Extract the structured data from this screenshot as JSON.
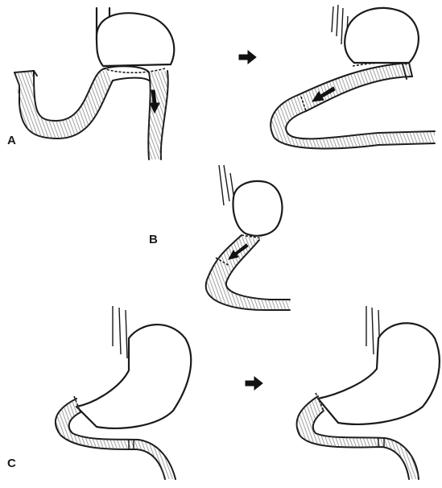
{
  "panels": {
    "a": {
      "label": "A"
    },
    "b": {
      "label": "B"
    },
    "c": {
      "label": "C"
    }
  },
  "icons": [
    "transition-arrow-icon",
    "flow-arrow-icon"
  ],
  "colors": {
    "ink": "#1a1a1a",
    "background": "#ffffff"
  }
}
